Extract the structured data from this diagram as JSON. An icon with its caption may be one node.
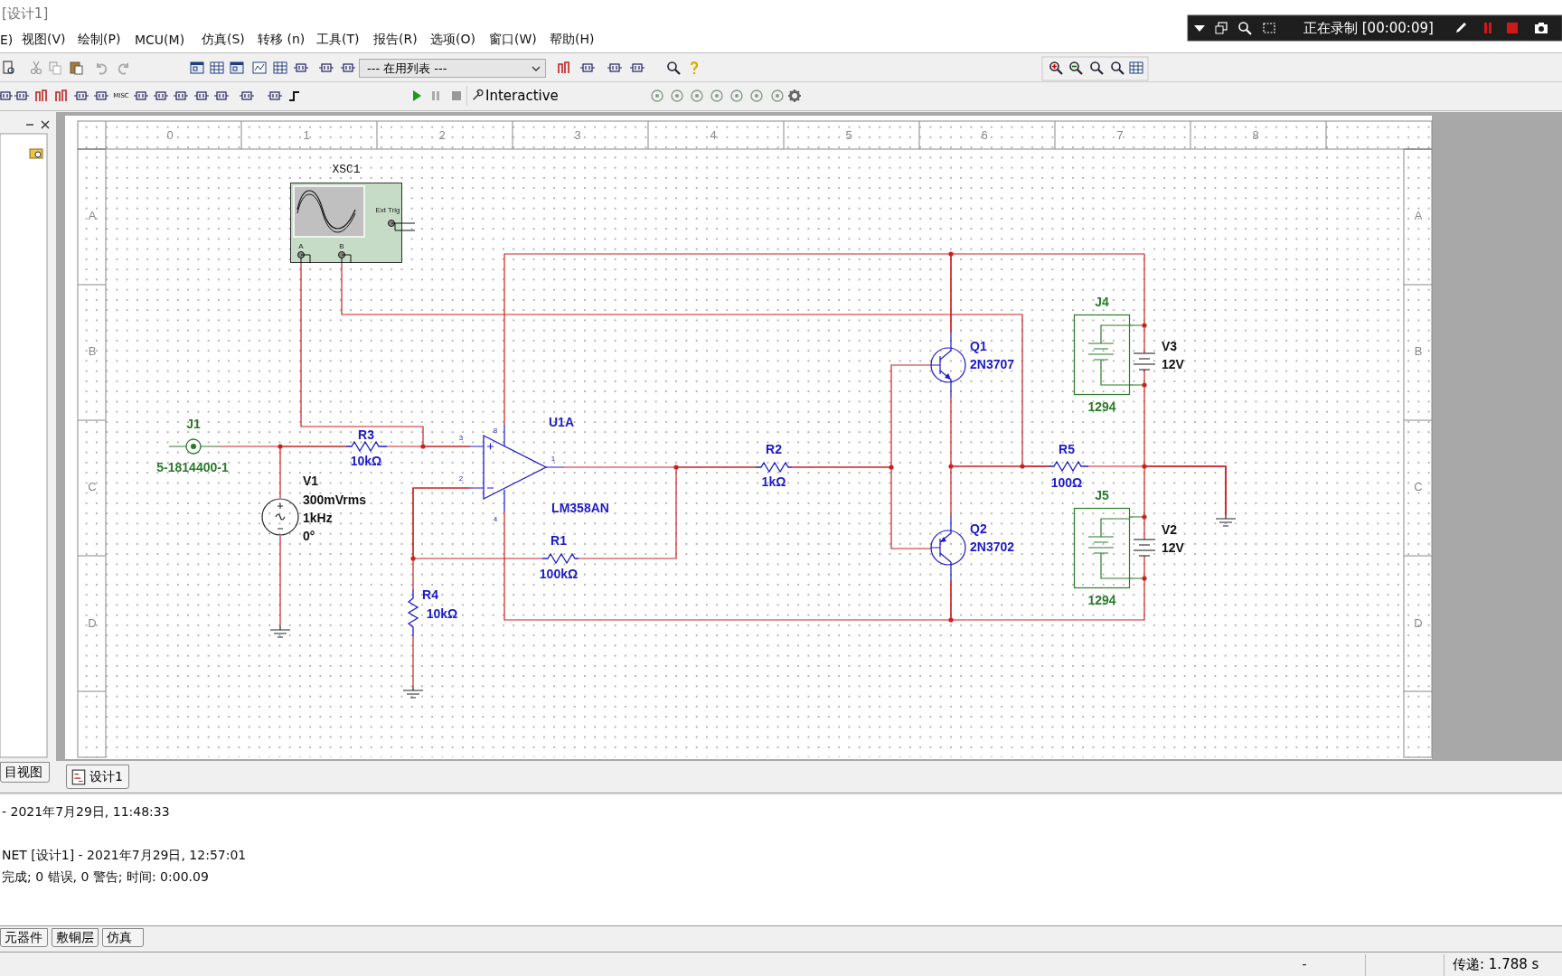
{
  "diagram": {
    "nodes": [
      {
        "text": [
          "XSC1",
          "Ext Trig",
          "A",
          "B"
        ]
      },
      {
        "text": [
          "J1",
          "5-1814400-1"
        ]
      },
      {
        "text": [
          "V1",
          "300mVrms",
          "1kHz",
          "0°"
        ]
      },
      {
        "text": [
          "R3",
          "10kΩ"
        ]
      },
      {
        "text": [
          "U1A",
          "8",
          "1",
          "LM358AN"
        ],
        "beside": [
          "3",
          "2",
          "4"
        ]
      },
      {
        "text": [
          "R1",
          "100kΩ"
        ]
      },
      {
        "text": [
          "R4",
          "10kΩ"
        ]
      },
      {
        "text": [
          "R2",
          "1kΩ"
        ]
      },
      {
        "text": [
          "Q1",
          "2N3707"
        ]
      },
      {
        "text": [
          "Q2",
          "2N3702"
        ]
      },
      {
        "text": [
          "R5",
          "100Ω"
        ]
      },
      {
        "text": [
          "J4",
          "1294"
        ]
      },
      {
        "text": [
          "J5",
          "1294"
        ]
      },
      {
        "text": [
          "V3",
          "12V"
        ]
      },
      {
        "text": [
          "V2",
          "12V"
        ]
      },
      {
        "text": [],
        "shape": "ground"
      },
      {
        "text": [],
        "shape": "ground"
      },
      {
        "text": [],
        "shape": "ground"
      }
    ],
    "edges": [
      {
        "from": 1,
        "to": 3,
        "arrow": "none"
      },
      {
        "from": 2,
        "to": 3,
        "arrow": "none"
      },
      {
        "from": 3,
        "to": 4,
        "arrow": "none"
      },
      {
        "from": 0,
        "to": 4,
        "arrow": "none"
      },
      {
        "from": 4,
        "to": 5,
        "arrow": "none"
      },
      {
        "from": 4,
        "to": 6,
        "arrow": "none"
      },
      {
        "from": 4,
        "to": 7,
        "arrow": "none"
      },
      {
        "from": 5,
        "to": 7,
        "arrow": "none"
      },
      {
        "from": 7,
        "to": 8,
        "arrow": "none"
      },
      {
        "from": 7,
        "to": 9,
        "arrow": "none"
      },
      {
        "from": 8,
        "to": 10,
        "arrow": "none"
      },
      {
        "from": 9,
        "to": 10,
        "arrow": "none"
      },
      {
        "from": 0,
        "to": 10,
        "arrow": "none"
      },
      {
        "from": 4,
        "to": 8,
        "arrow": "none"
      },
      {
        "from": 8,
        "to": 13,
        "arrow": "none"
      },
      {
        "from": 4,
        "to": 9,
        "arrow": "none"
      },
      {
        "from": 9,
        "to": 14,
        "arrow": "none"
      },
      {
        "from": 10,
        "to": 17,
        "arrow": "none"
      },
      {
        "from": 13,
        "to": 17,
        "arrow": "none"
      },
      {
        "from": 14,
        "to": 17,
        "arrow": "none"
      },
      {
        "from": 2,
        "to": 15,
        "arrow": "none"
      },
      {
        "from": 6,
        "to": 16,
        "arrow": "none"
      },
      {
        "from": 11,
        "to": 13,
        "arrow": "none",
        "color": "#2a7a2a"
      },
      {
        "from": 11,
        "to": 13,
        "arrow": "none",
        "color": "#2a7a2a"
      },
      {
        "from": 12,
        "to": 14,
        "arrow": "none",
        "color": "#2a7a2a"
      },
      {
        "from": 12,
        "to": 14,
        "arrow": "none",
        "color": "#2a7a2a"
      }
    ],
    "labels": [
      "[设计1]",
      "正在录制 [00:00:09]",
      "E)",
      "视图(V)",
      "绘制(P)",
      "MCU(M)",
      "仿真(S)",
      "转移 (n)",
      "工具(T)",
      "报告(R)",
      "选项(O)",
      "窗口(W)",
      "帮助(H)",
      "--- 在用列表 ---",
      "MISC",
      "Interactive",
      "0",
      "1",
      "2",
      "3",
      "4",
      "5",
      "6",
      "7",
      "8",
      "A",
      "A",
      "B",
      "B",
      "C",
      "C",
      "D",
      "D",
      "目视图",
      "设计1",
      "- 2021年7月29日, 11:48:33",
      "NET [设计1] - 2021年7月29日, 12:57:01",
      "完成; 0 错误, 0 警告; 时间: 0:00.09",
      "元器件",
      "敷铜层",
      "仿真",
      "-",
      "传递: 1.788 s"
    ]
  }
}
